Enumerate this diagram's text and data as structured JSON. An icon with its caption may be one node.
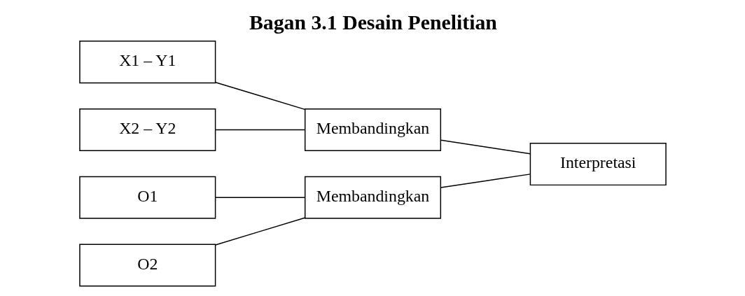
{
  "diagram": {
    "title": "Bagan 3.1 Desain Penelitian",
    "nodes": [
      {
        "text": [
          "X1 – Y1"
        ]
      },
      {
        "text": [
          "X2 – Y2"
        ]
      },
      {
        "text": [
          "Membandingkan"
        ]
      },
      {
        "text": [
          "O1"
        ]
      },
      {
        "text": [
          "O2"
        ]
      },
      {
        "text": [
          "Membandingkan"
        ]
      },
      {
        "text": [
          "Interpretasi"
        ]
      }
    ],
    "edges": [
      {
        "from": 0,
        "to": 2,
        "arrow": "none"
      },
      {
        "from": 1,
        "to": 2,
        "arrow": "none"
      },
      {
        "from": 3,
        "to": 5,
        "arrow": "none"
      },
      {
        "from": 4,
        "to": 5,
        "arrow": "none"
      },
      {
        "from": 2,
        "to": 6,
        "arrow": "none"
      },
      {
        "from": 5,
        "to": 6,
        "arrow": "none"
      }
    ]
  }
}
